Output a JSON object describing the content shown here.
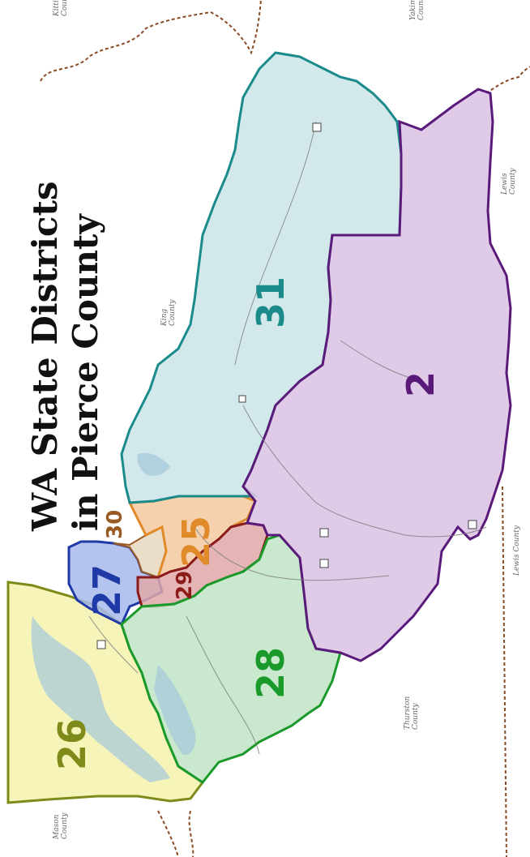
{
  "map": {
    "title_line1": "WA State Districts",
    "title_line2": "in Pierce County",
    "districts": [
      {
        "id": "26",
        "label": "26",
        "color": "#7e8b1a"
      },
      {
        "id": "27",
        "label": "27",
        "color": "#1f3aa6"
      },
      {
        "id": "30",
        "label": "30",
        "color": "#9a5a24"
      },
      {
        "id": "29",
        "label": "29",
        "color": "#8b1a1a"
      },
      {
        "id": "25",
        "label": "25",
        "color": "#e08a2a"
      },
      {
        "id": "28",
        "label": "28",
        "color": "#1a9a2a"
      },
      {
        "id": "31",
        "label": "31",
        "color": "#1a8a8a"
      },
      {
        "id": "2",
        "label": "2",
        "color": "#5a1a7a"
      }
    ],
    "counties": [
      {
        "id": "kittitas",
        "line1": "Kittitas",
        "line2": "County"
      },
      {
        "id": "yakima",
        "line1": "Yakima",
        "line2": "County"
      },
      {
        "id": "king",
        "line1": "King",
        "line2": "County"
      },
      {
        "id": "lewis-right",
        "line1": "Lewis",
        "line2": "County"
      },
      {
        "id": "lewis-bottom",
        "line1": "Lewis County",
        "line2": ""
      },
      {
        "id": "thurston",
        "line1": "Thurston",
        "line2": "County"
      },
      {
        "id": "mason",
        "line1": "Mason",
        "line2": "County"
      }
    ]
  }
}
